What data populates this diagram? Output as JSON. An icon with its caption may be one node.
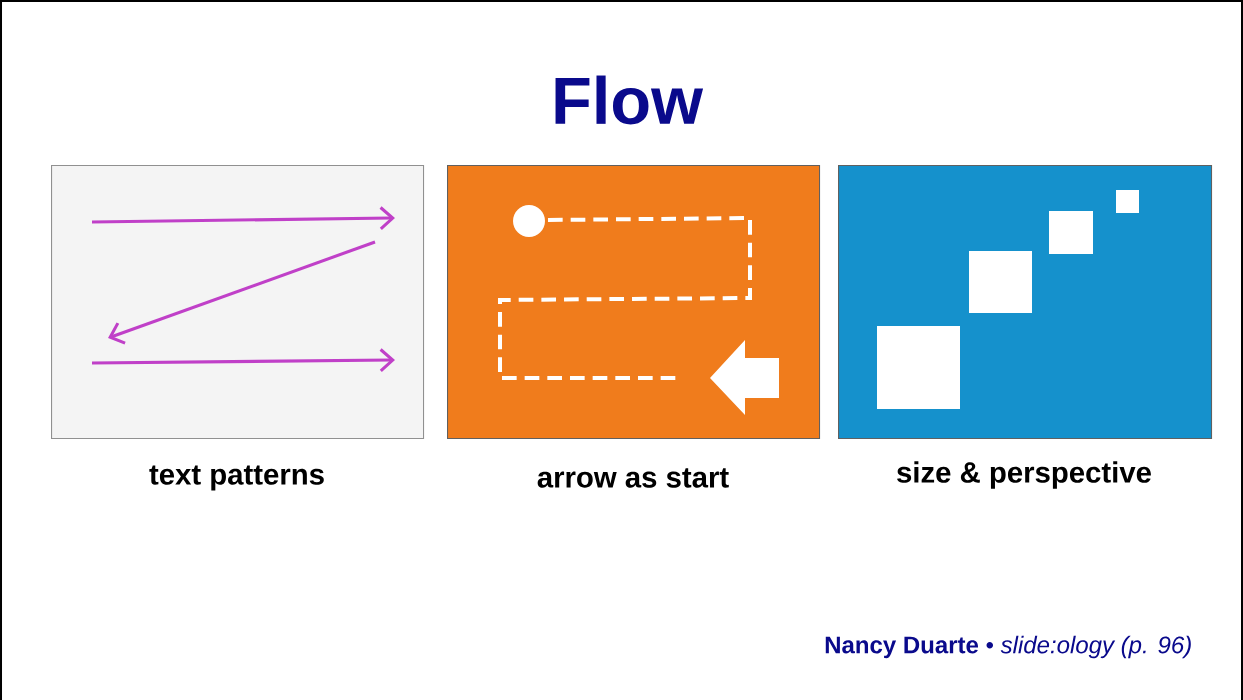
{
  "diagram": {
    "title": "Flow",
    "nodes": [
      {
        "text": [],
        "shape": "box",
        "beside": [
          "text patterns"
        ]
      },
      {
        "text": [],
        "shape": "box",
        "beside": [
          "arrow as start"
        ]
      },
      {
        "text": [],
        "shape": "box",
        "beside": [
          "size & perspective"
        ]
      }
    ],
    "edges": [],
    "labels": [
      "**Nancy Duarte** • *slide:ology (p. 96)*"
    ]
  }
}
